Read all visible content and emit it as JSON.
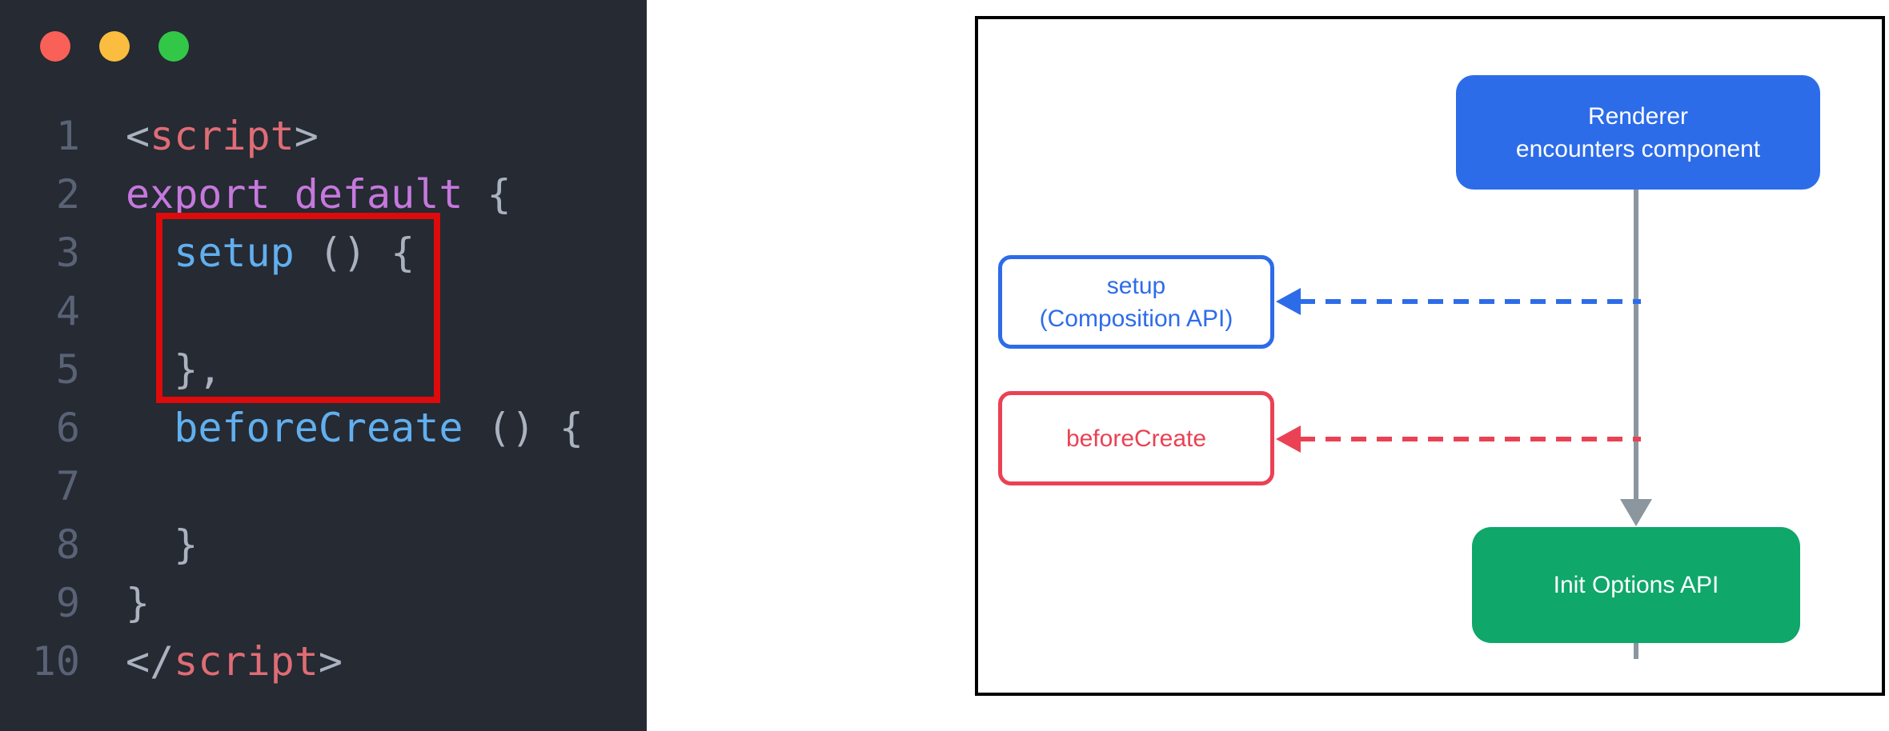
{
  "code_window": {
    "background": "#252a33",
    "highlight_color": "#dd0b0b",
    "line_number_color": "#5a6375",
    "traffic_lights": [
      {
        "name": "close",
        "color": "#f96057"
      },
      {
        "name": "minimize",
        "color": "#fbbd3f"
      },
      {
        "name": "maximize",
        "color": "#33c748"
      }
    ],
    "lines": [
      {
        "num": "1",
        "tokens": [
          {
            "text": "<",
            "color": "#abb2bf"
          },
          {
            "text": "script",
            "color": "#e06c75"
          },
          {
            "text": ">",
            "color": "#abb2bf"
          }
        ]
      },
      {
        "num": "2",
        "tokens": [
          {
            "text": "export default",
            "color": "#c678dd"
          },
          {
            "text": " {",
            "color": "#abb2bf"
          }
        ]
      },
      {
        "num": "3",
        "tokens": [
          {
            "text": "  ",
            "color": "#abb2bf"
          },
          {
            "text": "setup",
            "color": "#61afef"
          },
          {
            "text": " () {",
            "color": "#abb2bf"
          }
        ]
      },
      {
        "num": "4",
        "tokens": []
      },
      {
        "num": "5",
        "tokens": [
          {
            "text": "  },",
            "color": "#abb2bf"
          }
        ]
      },
      {
        "num": "6",
        "tokens": [
          {
            "text": "  ",
            "color": "#abb2bf"
          },
          {
            "text": "beforeCreate",
            "color": "#61afef"
          },
          {
            "text": " () {",
            "color": "#abb2bf"
          }
        ]
      },
      {
        "num": "7",
        "tokens": []
      },
      {
        "num": "8",
        "tokens": [
          {
            "text": "  }",
            "color": "#abb2bf"
          }
        ]
      },
      {
        "num": "9",
        "tokens": [
          {
            "text": "}",
            "color": "#abb2bf"
          }
        ]
      },
      {
        "num": "10",
        "tokens": [
          {
            "text": "</",
            "color": "#abb2bf"
          },
          {
            "text": "script",
            "color": "#e06c75"
          },
          {
            "text": ">",
            "color": "#abb2bf"
          }
        ]
      }
    ]
  },
  "diagram": {
    "border_color": "#000000",
    "nodes": {
      "renderer": {
        "line1": "Renderer",
        "line2": "encounters component",
        "fill": "#2d6ce9",
        "text_color": "#ffffff"
      },
      "setup": {
        "line1": "setup",
        "line2": "(Composition API)",
        "border_color": "#2d6ce9",
        "text_color": "#2d6ce9"
      },
      "before_create": {
        "label": "beforeCreate",
        "border_color": "#ea4254",
        "text_color": "#ea4254"
      },
      "init_options": {
        "label": "Init Options API",
        "fill": "#0fa76a",
        "text_color": "#ffffff"
      }
    },
    "connectors": {
      "main_line_color": "#8c969e",
      "setup_arrow_color": "#2d6ce9",
      "before_create_arrow_color": "#ea4254"
    }
  }
}
